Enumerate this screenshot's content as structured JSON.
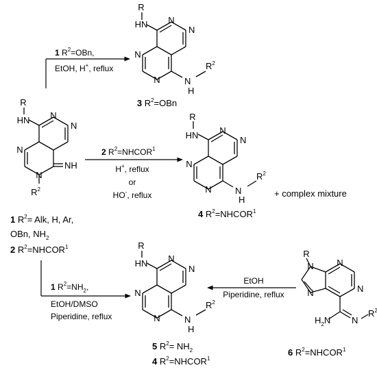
{
  "atoms": {
    "R": "R",
    "HN": "HN",
    "N": "N",
    "H": "H",
    "NH": "NH",
    "NH2": "NH",
    "H2N": "H",
    "two": "2",
    "sup2": "2",
    "sup1": "1"
  },
  "compound3": {
    "number": "3",
    "label": "R",
    "label_sup": "2",
    "label_rest": "=OBn"
  },
  "compound1": {
    "line1_num": "1",
    "line1_text": " R",
    "line1_sup": "2",
    "line1_rest": "= Alk, H, Ar,",
    "line2": "OBn, NH",
    "line2_sub": "2",
    "line3_num": "2",
    "line3_text": " R",
    "line3_sup": "2",
    "line3_rest": "=NHCOR",
    "line3_sup1": "1"
  },
  "compound4": {
    "number": "4",
    "label": " R",
    "label_sup": "2",
    "label_rest": "=NHCOR",
    "label_sup1": "1",
    "side_product": "+ complex mixture"
  },
  "compound5": {
    "line1_num": "5",
    "line1_text": " R",
    "line1_sup": "2",
    "line1_rest": "= NH",
    "line1_sub": "2",
    "line2_num": "4",
    "line2_text": " R",
    "line2_sup": "2",
    "line2_rest": "=NHCOR",
    "line2_sup1": "1"
  },
  "compound6": {
    "number": "6",
    "label": "  R",
    "label_sup": "2",
    "label_rest": "=NHCOR",
    "label_sup1": "1"
  },
  "arrow_top": {
    "line1_num": "1",
    "line1_text": " R",
    "line1_sup": "2",
    "line1_rest": "=OBn,",
    "line2_a": "EtOH, H",
    "line2_sup": "+",
    "line2_b": ", reflux"
  },
  "arrow_middle": {
    "line1_num": "2",
    "line1_text": " R",
    "line1_sup": "2",
    "line1_rest": "=NHCOR",
    "line1_sup1": "1",
    "line2_a": "H",
    "line2_sup": "+",
    "line2_b": ", reflux",
    "line3": "or",
    "line4_a": "HO",
    "line4_sup": "-",
    "line4_b": ", reflux"
  },
  "arrow_bottom": {
    "line1_num": "1",
    "line1_text": " R",
    "line1_sup": "2",
    "line1_rest": "=NH",
    "line1_sub": "2",
    "line1_end": ",",
    "line2": "EtOH/DMSO",
    "line3": "Piperidine, reflux"
  },
  "arrow_right": {
    "line1": "EtOH",
    "line2": "Piperidine, reflux"
  }
}
